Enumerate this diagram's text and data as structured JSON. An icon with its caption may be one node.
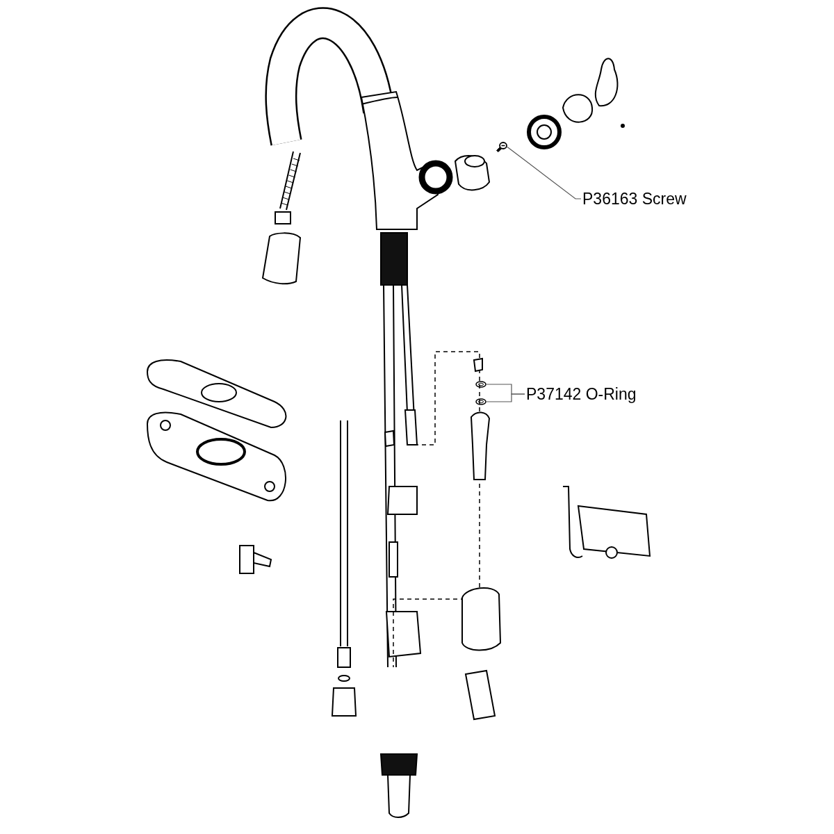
{
  "diagram": {
    "nodes": [
      {
        "text": [
          "P36163 Screw"
        ]
      },
      {
        "text": [],
        "shape": "picture"
      },
      {
        "text": [
          "P37142 O-Ring"
        ]
      },
      {
        "text": [],
        "shape": "circle"
      },
      {
        "text": [],
        "shape": "circle"
      }
    ],
    "edges": [
      {
        "from": 0,
        "to": 1,
        "arrow": "none"
      },
      {
        "from": 2,
        "to": 3,
        "arrow": "none"
      },
      {
        "from": 2,
        "to": 4,
        "arrow": "none"
      }
    ]
  }
}
